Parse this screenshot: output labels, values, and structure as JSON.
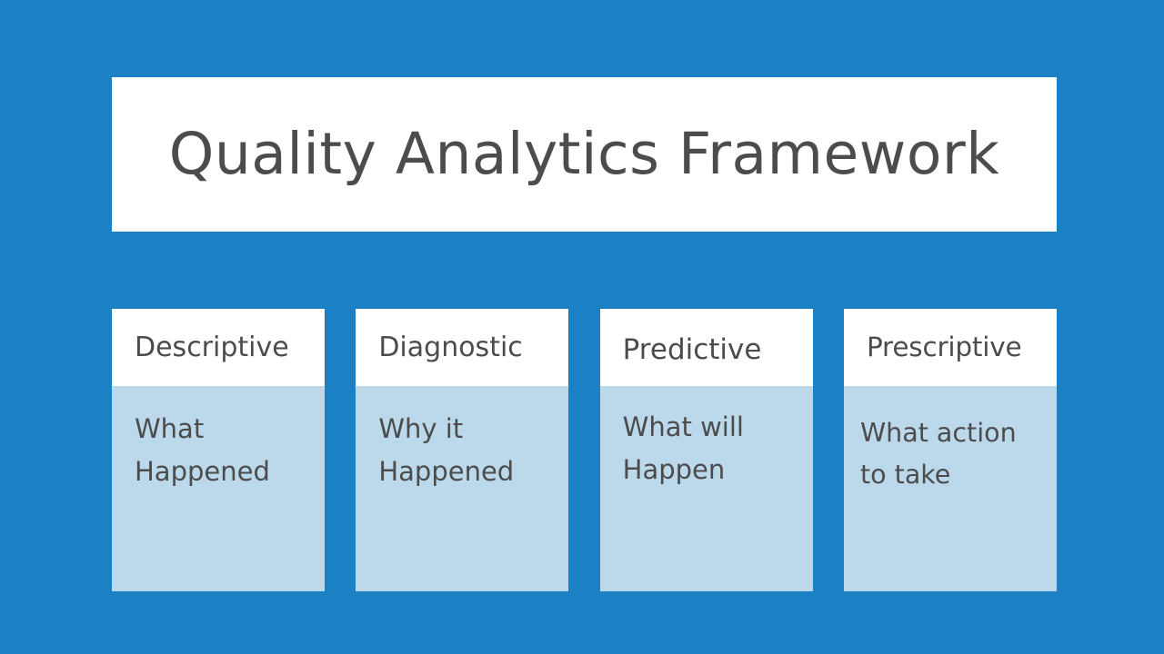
{
  "slide": {
    "background_color": "#1B80C4",
    "title": "Quality Analytics Framework",
    "title_color": "#4C4C4C",
    "card_header_bg": "#FFFFFF",
    "card_body_bg": "#BCD9EC"
  },
  "cards": [
    {
      "header": "Descriptive",
      "body": "What\nHappened"
    },
    {
      "header": "Diagnostic",
      "body": "Why it\nHappened"
    },
    {
      "header": "Predictive",
      "body": "What will\nHappen"
    },
    {
      "header": "Prescriptive",
      "body": "What action\nto take"
    }
  ]
}
